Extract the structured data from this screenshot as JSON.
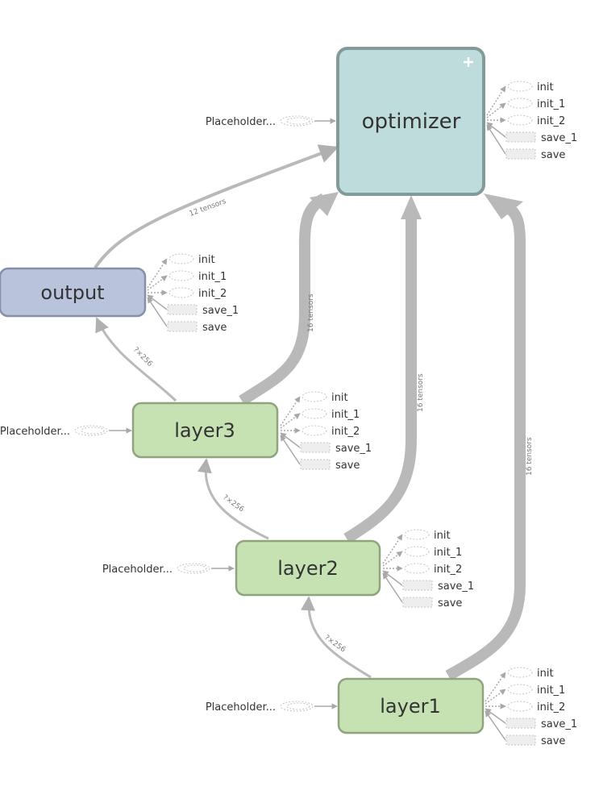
{
  "colors": {
    "edge": "#b9b9b9",
    "optimizer_fill": "#bedcdc",
    "optimizer_stroke": "#839a9b",
    "output_fill": "#b9c3dc",
    "output_stroke": "#8690a8",
    "layer_fill": "#c6e2b3",
    "layer_stroke": "#8ea47e",
    "aux_stroke": "#c4c4c4",
    "save_fill": "#eeeeee"
  },
  "nodes": {
    "optimizer": {
      "label": "optimizer",
      "expand_icon": "plus-icon"
    },
    "output": {
      "label": "output"
    },
    "layer3": {
      "label": "layer3"
    },
    "layer2": {
      "label": "layer2"
    },
    "layer1": {
      "label": "layer1"
    }
  },
  "placeholders": {
    "optimizer": "Placeholder...",
    "layer3": "Placeholder...",
    "layer2": "Placeholder...",
    "layer1": "Placeholder..."
  },
  "aux_labels": [
    "init",
    "init_1",
    "init_2",
    "save_1",
    "save"
  ],
  "edges": {
    "output_to_optimizer": "12 tensors",
    "layer3_to_optimizer": "16 tensors",
    "layer2_to_optimizer": "16 tensors",
    "layer1_to_optimizer": "16 tensors",
    "layer3_to_output": "?×256",
    "layer2_to_layer3": "?×256",
    "layer1_to_layer2": "?×256"
  }
}
